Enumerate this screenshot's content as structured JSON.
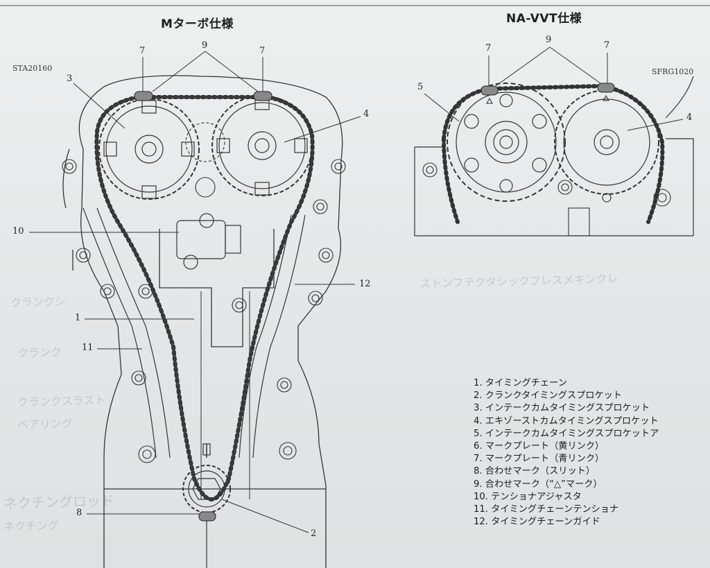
{
  "titles": {
    "left": "Mターボ仕様",
    "right": "NA-VVT仕様"
  },
  "figure_codes": {
    "left": "STA20160",
    "right": "SFRG1020"
  },
  "callouts": {
    "left": {
      "c7a": "7",
      "c9": "9",
      "c7b": "7",
      "c3": "3",
      "c4": "4",
      "c10": "10",
      "c12": "12",
      "c1": "1",
      "c11": "11",
      "c8": "8",
      "c2": "2"
    },
    "right": {
      "c7a": "7",
      "c9": "9",
      "c7b": "7",
      "c5": "5",
      "c4": "4"
    }
  },
  "legend": [
    "1. タイミングチェーン",
    "2. クランクタイミングスプロケット",
    "3. インテークカムタイミングスプロケット",
    "4. エキゾーストカムタイミングスプロケット",
    "5. インテークカムタイミングスプロケットア",
    "6. マークプレート（黄リンク）",
    "7. マークプレート（青リンク）",
    "8. 合わせマーク（スリット）",
    "9. 合わせマーク（“△”マーク）",
    "10. テンショナアジャスタ",
    "11. タイミングチェーンテンショナ",
    "12. タイミングチェーンガイド"
  ],
  "bleed_through": [
    "ストンフテクタシックフレスメキンクレ",
    "クランクシ",
    "クランク",
    "クランクスラスト",
    "ベアリング",
    "ネクチングロッド",
    "ネクチング"
  ]
}
